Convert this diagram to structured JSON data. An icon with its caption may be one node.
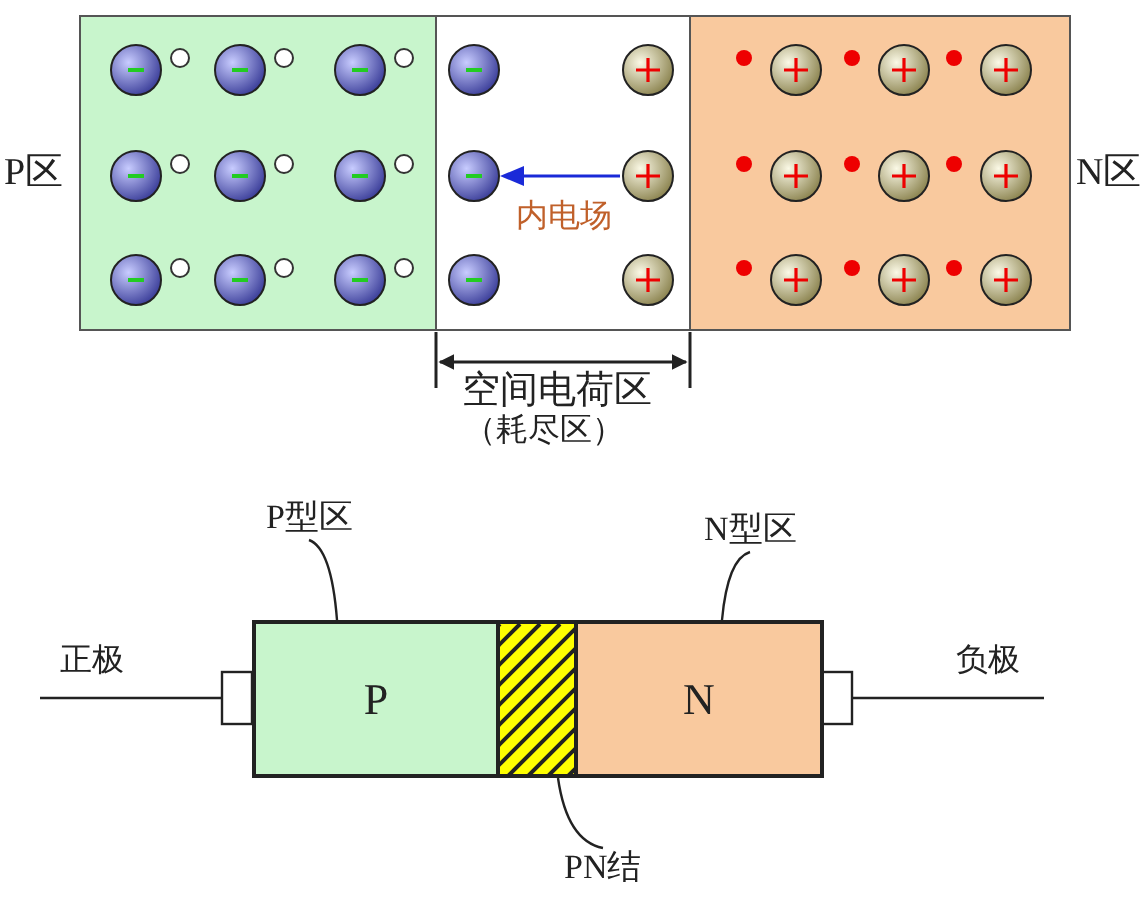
{
  "diagram": {
    "nodes": [
      {
        "text": [
          "P型区"
        ]
      },
      {
        "text": [
          "P"
        ]
      },
      {
        "text": [],
        "shape": "box"
      },
      {
        "text": [
          "N"
        ]
      },
      {
        "text": [
          "N型区"
        ]
      },
      {
        "text": [
          "PN结"
        ]
      }
    ],
    "edges": [
      {
        "from": 0,
        "to": 1,
        "arrow": "none"
      },
      {
        "from": 4,
        "to": 3,
        "arrow": "none"
      },
      {
        "from": 5,
        "to": 2,
        "arrow": "none"
      }
    ],
    "labels": [
      "P区",
      "N区",
      "内电场",
      "空间电荷区",
      "（耗尽区）",
      "正极",
      "负极"
    ]
  }
}
